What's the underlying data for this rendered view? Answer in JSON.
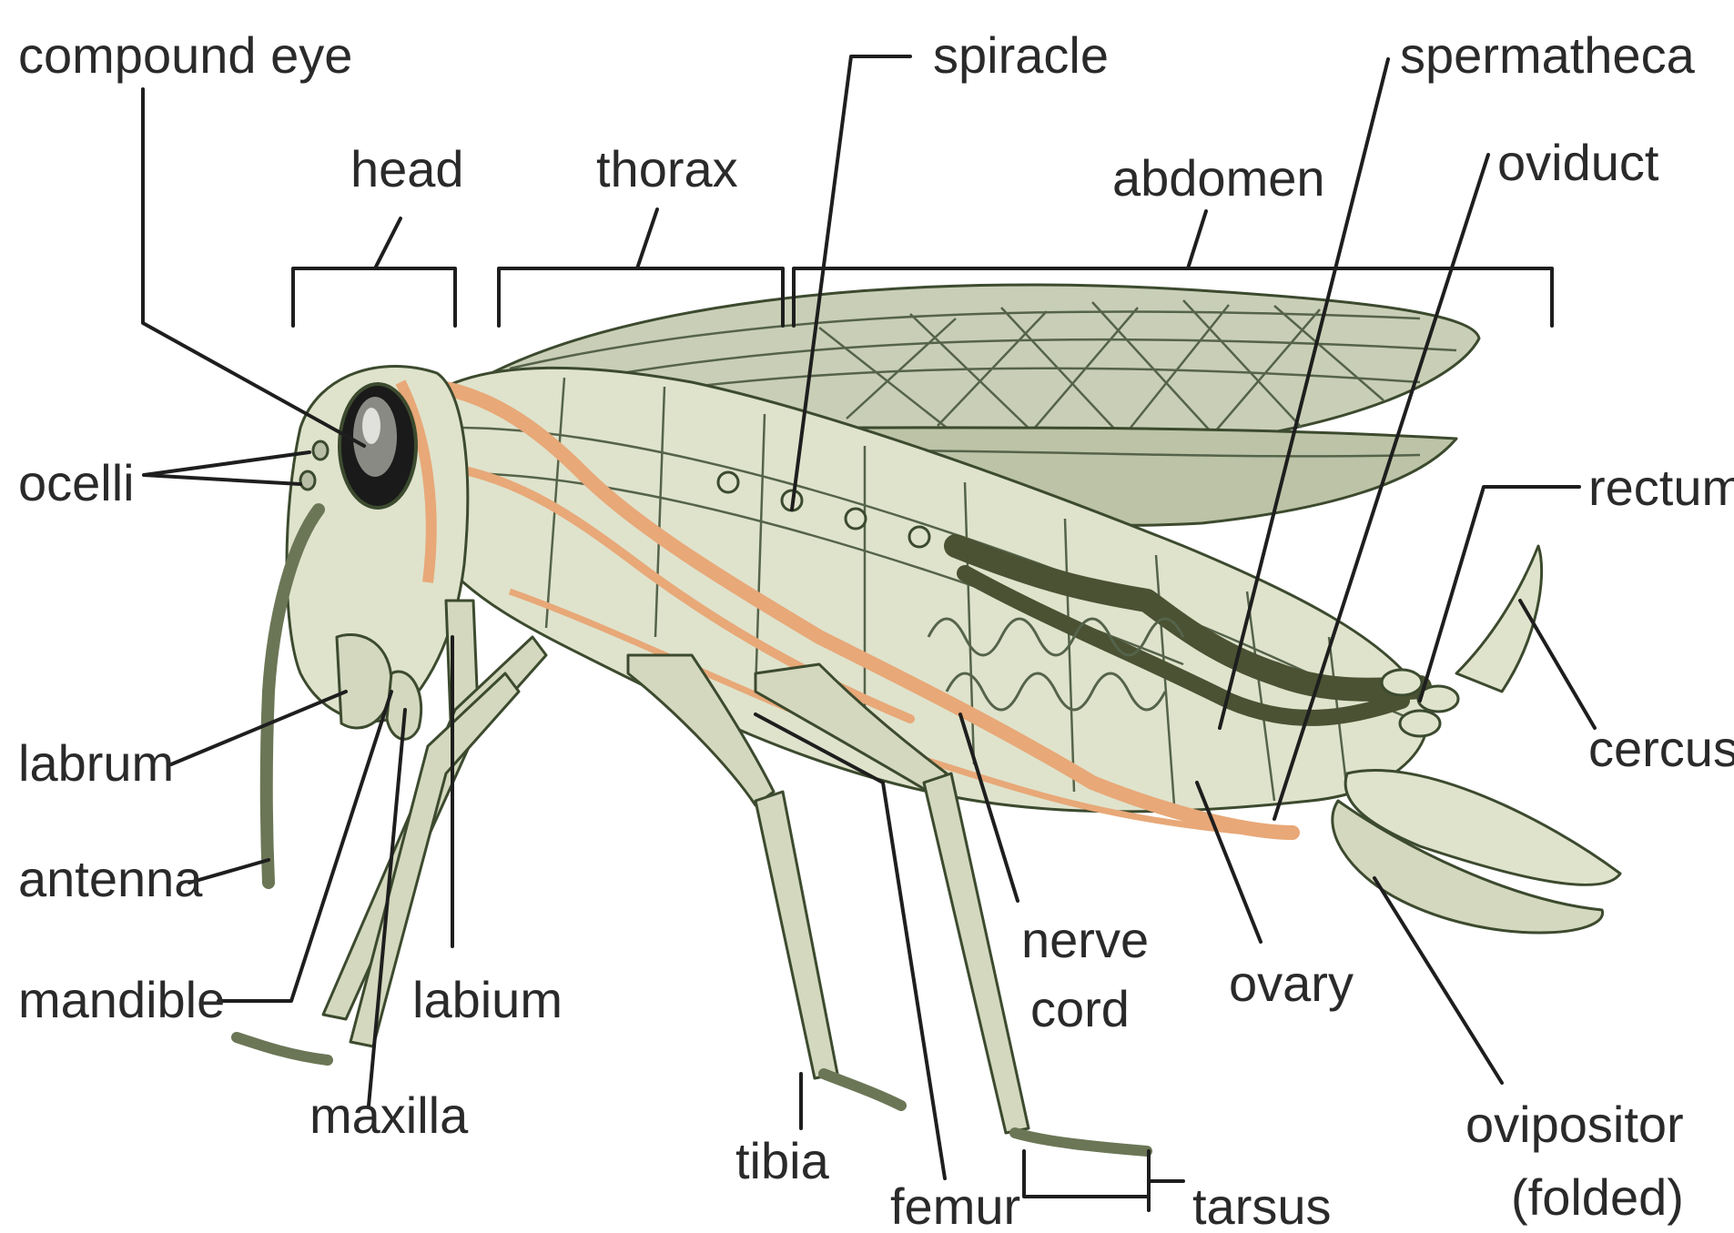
{
  "labels": {
    "compound_eye": "compound eye",
    "head": "head",
    "thorax": "thorax",
    "abdomen": "abdomen",
    "spiracle": "spiracle",
    "spermatheca": "spermatheca",
    "oviduct": "oviduct",
    "rectum": "rectum",
    "cercus": "cercus",
    "ocelli": "ocelli",
    "labrum": "labrum",
    "antenna": "antenna",
    "mandible": "mandible",
    "labium": "labium",
    "maxilla": "maxilla",
    "tibia": "tibia",
    "femur": "femur",
    "nerve_cord_1": "nerve",
    "nerve_cord_2": "cord",
    "ovary": "ovary",
    "tarsus": "tarsus",
    "ovipositor_1": "ovipositor",
    "ovipositor_2": "(folded)"
  },
  "colors": {
    "body_fill": "#dfe3cc",
    "body_outline": "#3c4a2e",
    "wing_fill": "#c9cfb6",
    "orange_organs": "#e8a878",
    "dark_gut": "#4a5233",
    "eye_dark": "#1a1a1a"
  }
}
